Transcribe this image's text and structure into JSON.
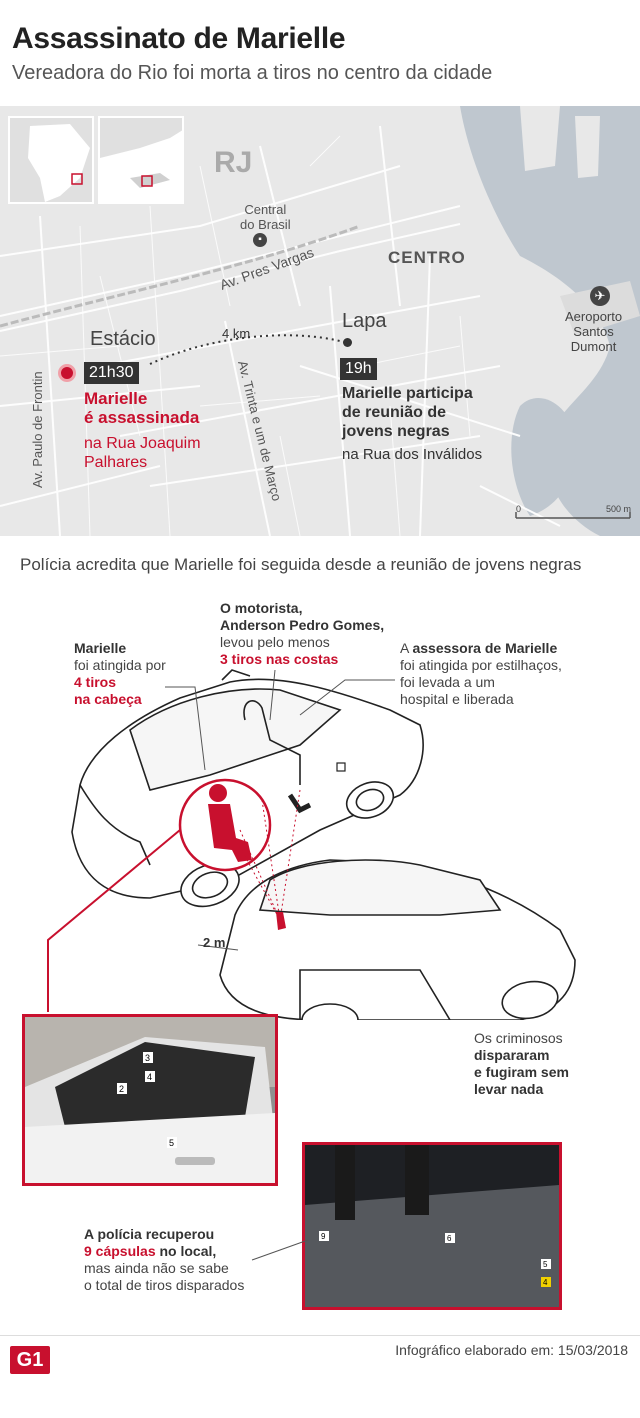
{
  "header": {
    "title": "Assassinato de Marielle",
    "subtitle": "Vereadora do Rio foi morta a tiros no centro da cidade"
  },
  "map": {
    "state_label": "RJ",
    "district_label": "CENTRO",
    "central_label_1": "Central",
    "central_label_2": "do Brasil",
    "av_pres_vargas": "Av. Pres Vargas",
    "estacio": "Estácio",
    "lapa": "Lapa",
    "distance": "4 km",
    "airport_1": "Aeroporto",
    "airport_2": "Santos",
    "airport_3": "Dumont",
    "av_paulo_frontin": "Av. Paulo de Frontin",
    "av_trinta": "Av. Trinta e um de Março",
    "scale_zero": "0",
    "scale_max": "500 m",
    "murder": {
      "time": "21h30",
      "line1": "Marielle",
      "line2": "é assassinada",
      "place1": "na Rua Joaquim",
      "place2": "Palhares"
    },
    "meeting": {
      "time": "19h",
      "line1": "Marielle participa",
      "line2": "de reunião de",
      "line3": "jovens negras",
      "place": "na Rua dos Inválidos"
    },
    "colors": {
      "accent": "#c8102e",
      "water": "#bfc7cf",
      "land": "#e8e8e8"
    }
  },
  "statement": "Polícia acredita que Marielle foi seguida desde a reunião de jovens negras",
  "notes": {
    "marielle": {
      "l1": "Marielle",
      "l2": "foi atingida por",
      "l3": "4 tiros",
      "l4": "na cabeça"
    },
    "driver": {
      "l1": "O motorista,",
      "l2": "Anderson Pedro Gomes,",
      "l3": "levou pelo menos",
      "l4": "3 tiros nas costas"
    },
    "assessora": {
      "l1a": "A ",
      "l1b": "assessora de Marielle",
      "l2": "foi atingida por estilhaços,",
      "l3": "foi levada a um",
      "l4": "hospital e liberada"
    },
    "distance_cars": "2 m",
    "criminosos": {
      "l1": "Os criminosos",
      "l2": "dispararam",
      "l3": "e fugiram sem",
      "l4": "levar nada"
    },
    "capsulas": {
      "l1": "A polícia recuperou",
      "l2a": "9 cápsulas",
      "l2b": " no local,",
      "l3": "mas ainda não se sabe",
      "l4": "o total de tiros disparados"
    }
  },
  "photo_markers": [
    "3",
    "4",
    "2",
    "5",
    "9",
    "6",
    "5",
    "4"
  ],
  "footer": {
    "logo": "G1",
    "credit": "Infográfico elaborado em: 15/03/2018"
  }
}
